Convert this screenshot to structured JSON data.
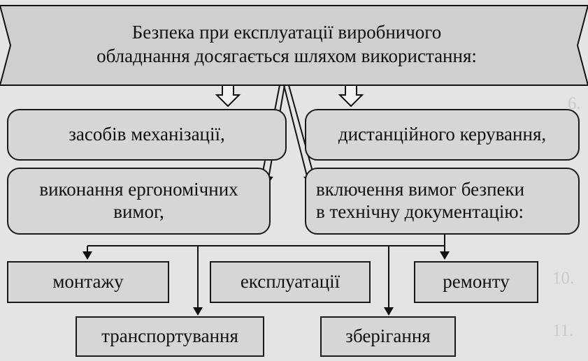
{
  "header": {
    "text_line1": "Безпека при експлуатації виробничого",
    "text_line2": "обладнання досягається шляхом використання:"
  },
  "means": [
    {
      "label": "засобів механізації,"
    },
    {
      "label": "дистанційного керування,"
    },
    {
      "label_line1": "виконання ергономічних",
      "label_line2": "вимог,"
    },
    {
      "label_line1": "включення вимог безпеки",
      "label_line2": "в технічну документацію:"
    }
  ],
  "stages": [
    {
      "label": "монтажу"
    },
    {
      "label": "експлуатації"
    },
    {
      "label": "ремонту"
    },
    {
      "label": "транспортування"
    },
    {
      "label": "зберігання"
    }
  ]
}
